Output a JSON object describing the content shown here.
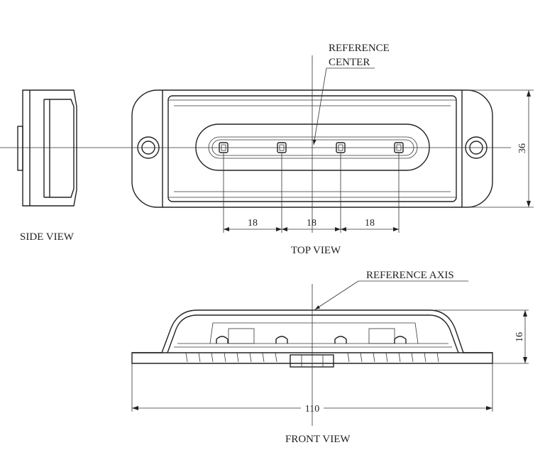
{
  "labels": {
    "reference_center_line1": "REFERENCE",
    "reference_center_line2": "CENTER",
    "reference_axis": "REFERENCE AXIS",
    "side_view": "SIDE VIEW",
    "top_view": "TOP VIEW",
    "front_view": "FRONT VIEW"
  },
  "dimensions": {
    "led_spacing_1": "18",
    "led_spacing_2": "18",
    "led_spacing_3": "18",
    "height_top": "36",
    "height_front": "16",
    "length": "110"
  }
}
